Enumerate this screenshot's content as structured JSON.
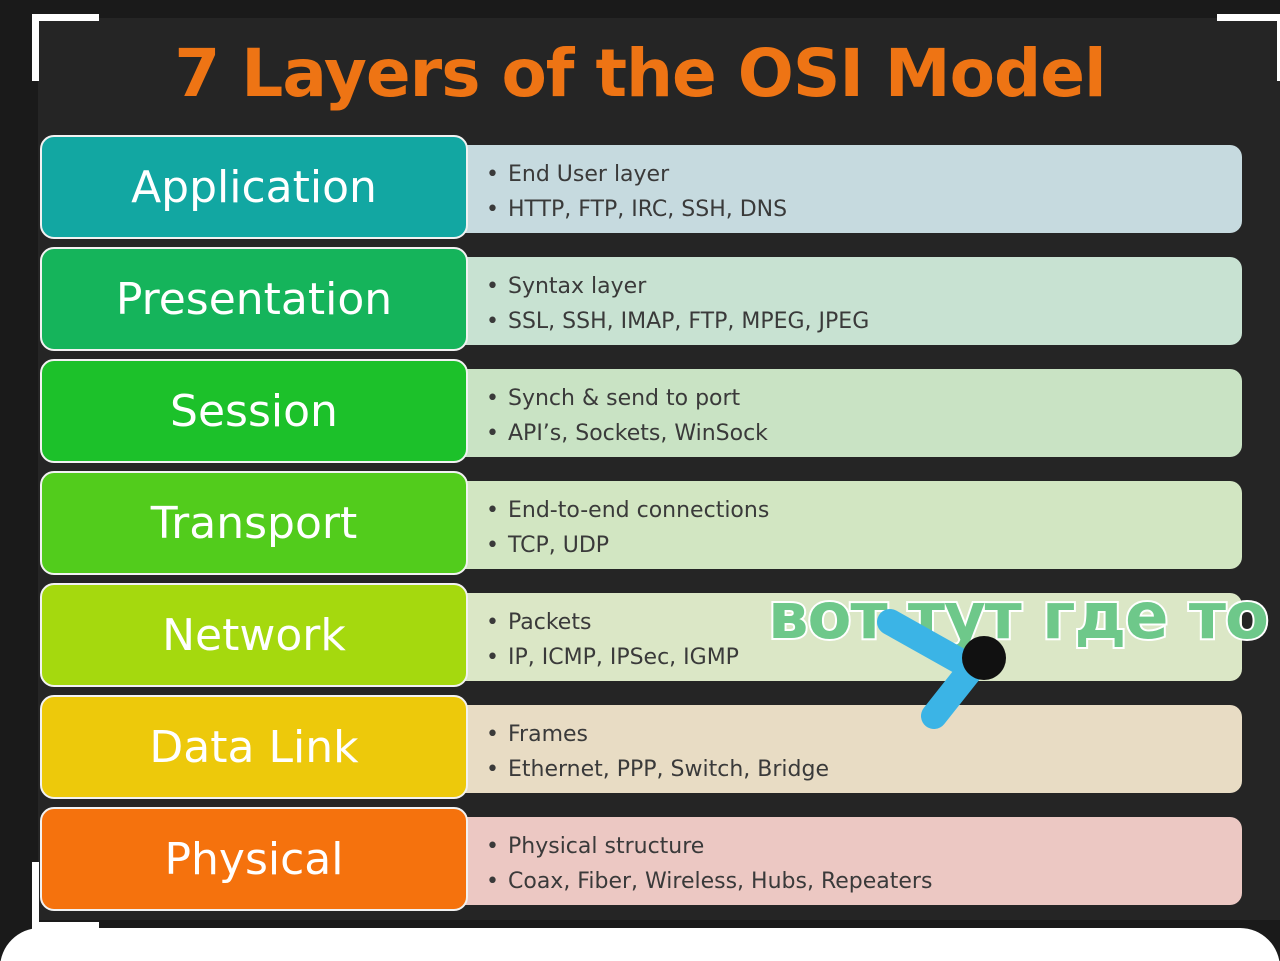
{
  "title": "7 Layers of the OSI Model",
  "colors": {
    "title": "#ee7414",
    "overlay_text": "#6ec88a",
    "cursor_arrow": "#3bb4e6"
  },
  "layers": [
    {
      "name": "Application",
      "color": "#12a7a2",
      "desc_color": "#c6dadf",
      "bullets": [
        "End User layer",
        "HTTP, FTP, IRC, SSH, DNS"
      ]
    },
    {
      "name": "Presentation",
      "color": "#15b45b",
      "desc_color": "#c8e2d2",
      "bullets": [
        "Syntax layer",
        "SSL, SSH, IMAP, FTP, MPEG, JPEG"
      ]
    },
    {
      "name": "Session",
      "color": "#1cc12a",
      "desc_color": "#c9e3c4",
      "bullets": [
        "Synch & send to port",
        "API’s, Sockets, WinSock"
      ]
    },
    {
      "name": "Transport",
      "color": "#52cc1c",
      "desc_color": "#d2e6c2",
      "bullets": [
        "End-to-end connections",
        "TCP, UDP"
      ]
    },
    {
      "name": "Network",
      "color": "#a5d90e",
      "desc_color": "#dbe7c6",
      "bullets": [
        "Packets",
        "IP, ICMP, IPSec, IGMP"
      ]
    },
    {
      "name": "Data Link",
      "color": "#edc90b",
      "desc_color": "#e8dcc4",
      "bullets": [
        "Frames",
        "Ethernet, PPP, Switch, Bridge"
      ]
    },
    {
      "name": "Physical",
      "color": "#f5720d",
      "desc_color": "#ecc8c3",
      "bullets": [
        "Physical structure",
        "Coax, Fiber, Wireless, Hubs, Repeaters"
      ]
    }
  ],
  "overlay_text": "вот тут где то"
}
